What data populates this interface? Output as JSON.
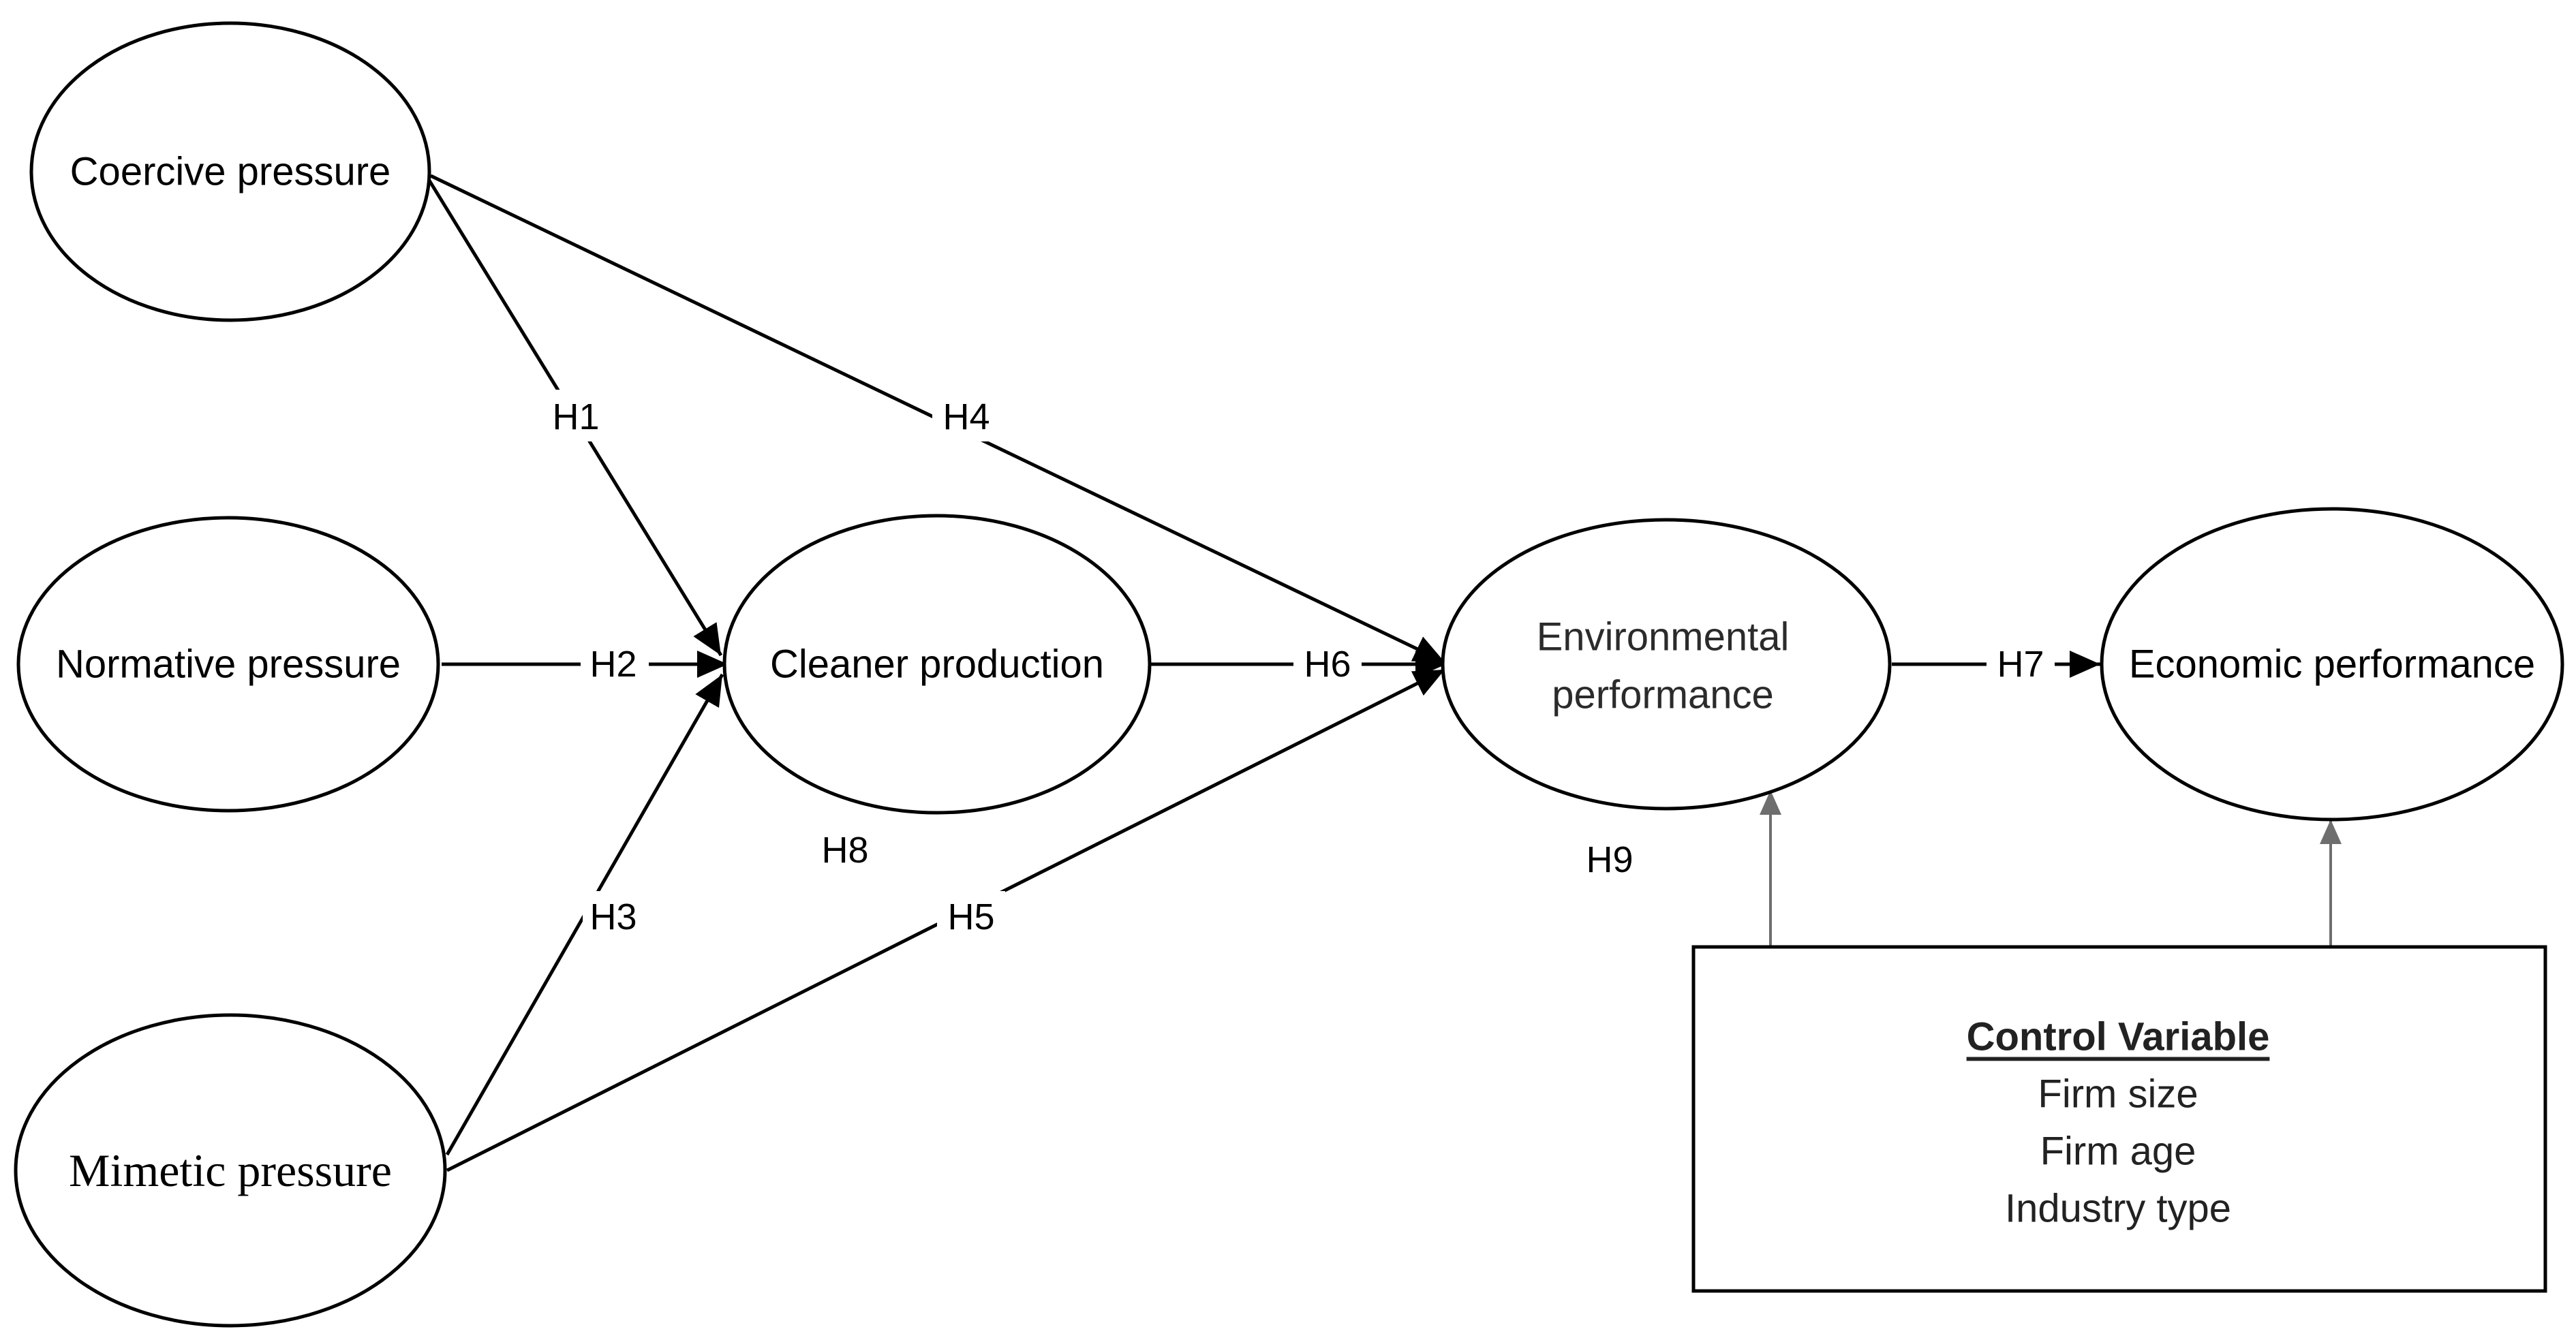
{
  "nodes": {
    "coercive": "Coercive pressure",
    "normative": "Normative pressure",
    "mimetic": "Mimetic pressure",
    "cleaner": "Cleaner production",
    "environmental_line1": "Environmental",
    "environmental_line2": "performance",
    "economic": "Economic performance"
  },
  "hypotheses": {
    "h1": "H1",
    "h2": "H2",
    "h3": "H3",
    "h4": "H4",
    "h5": "H5",
    "h6": "H6",
    "h7": "H7",
    "h8": "H8",
    "h9": "H9"
  },
  "control": {
    "title": "Control Variable",
    "items": [
      "Firm size",
      "Firm age",
      "Industry type"
    ]
  }
}
